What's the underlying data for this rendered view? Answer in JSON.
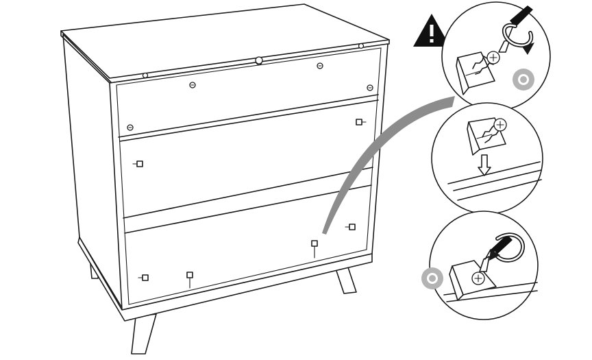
{
  "diagram": {
    "subject": "chest-of-drawers-back-view",
    "steps": [
      {
        "id": "step-1",
        "action": "remove-screw-from-bracket",
        "icons": [
          "warning-icon",
          "screwdriver-icon",
          "rotate-arrow-icon",
          "part-circle-icon"
        ]
      },
      {
        "id": "step-2",
        "action": "place-bracket-down",
        "icons": [
          "down-arrow-icon"
        ]
      },
      {
        "id": "step-3",
        "action": "fasten-screw-into-bracket",
        "icons": [
          "screwdriver-icon",
          "rotate-arrow-icon",
          "part-circle-icon"
        ]
      }
    ]
  },
  "colors": {
    "line": "#1a1a1a",
    "callout": "#8c8c8c",
    "part_circle": "#b3b3b3",
    "warning": "#111111",
    "background": "#ffffff"
  }
}
